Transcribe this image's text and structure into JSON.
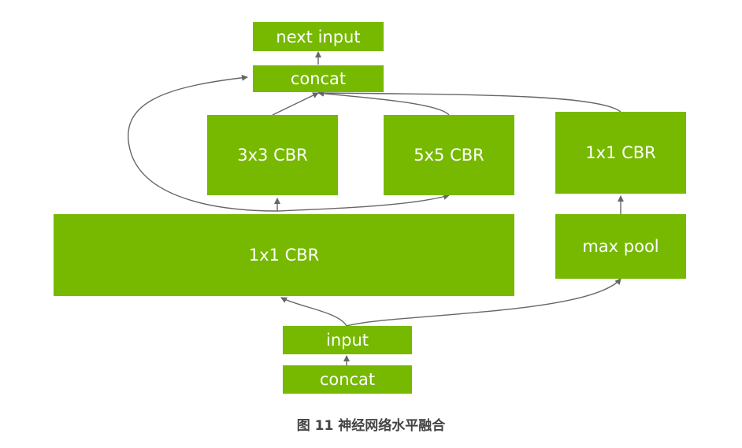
{
  "nodes": {
    "next_input": "next input",
    "concat_top": "concat",
    "conv3x3": "3x3 CBR",
    "conv5x5": "5x5 CBR",
    "conv1x1_right": "1x1 CBR",
    "conv1x1_main": "1x1 CBR",
    "max_pool": "max pool",
    "input": "input",
    "concat_bottom": "concat"
  },
  "caption": "图 11 神经网络水平融合",
  "colors": {
    "node_fill": "#76b900",
    "node_text": "#ffffff",
    "arrow": "#666666",
    "caption": "#444444"
  }
}
